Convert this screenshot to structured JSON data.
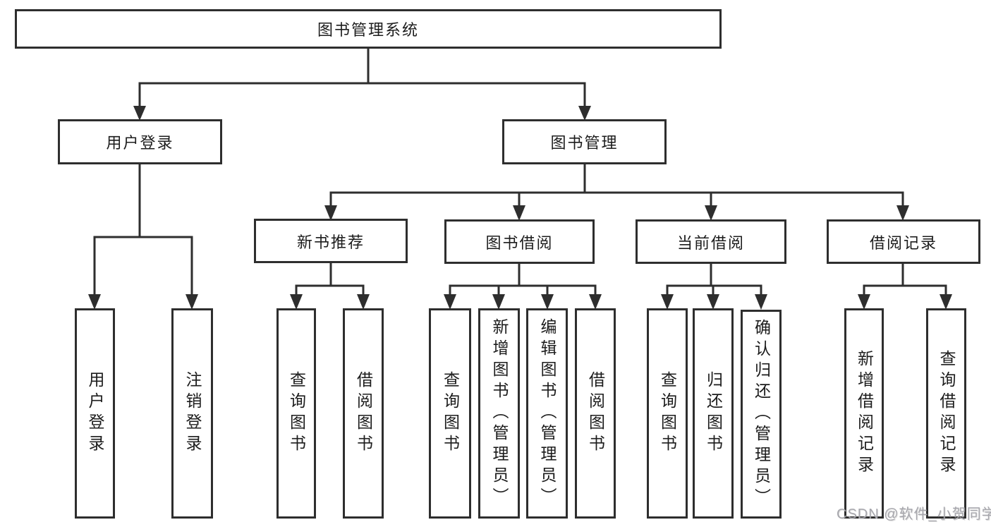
{
  "tree": {
    "label": "图书管理系统",
    "children": [
      {
        "label": "用户登录",
        "children": [
          {
            "label": "用户登录"
          },
          {
            "label": "注销登录"
          }
        ]
      },
      {
        "label": "图书管理",
        "children": [
          {
            "label": "新书推荐",
            "children": [
              {
                "label": "查询图书"
              },
              {
                "label": "借阅图书"
              }
            ]
          },
          {
            "label": "图书借阅",
            "children": [
              {
                "label": "查询图书"
              },
              {
                "label": "新增图书（管理员）"
              },
              {
                "label": "编辑图书（管理员）"
              },
              {
                "label": "借阅图书"
              }
            ]
          },
          {
            "label": "当前借阅",
            "children": [
              {
                "label": "查询图书"
              },
              {
                "label": "归还图书"
              },
              {
                "label": "确认归还（管理员）"
              }
            ]
          },
          {
            "label": "借阅记录",
            "children": [
              {
                "label": "新增借阅记录"
              },
              {
                "label": "查询借阅记录"
              }
            ]
          }
        ]
      }
    ]
  },
  "watermark": {
    "text": "CSDN @软件_小贺同学"
  },
  "colors": {
    "line": "#2e2e2e",
    "text": "#1c1c1c",
    "watermark": "#a7a7ad",
    "background": "#ffffff"
  }
}
